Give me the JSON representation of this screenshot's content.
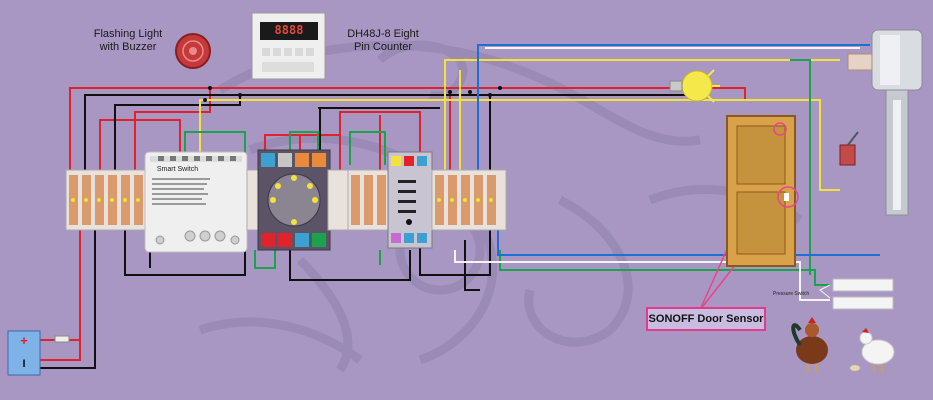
{
  "labels": {
    "flasher": "Flashing Light\nwith Buzzer",
    "counter": "DH48J-8 Eight\nPin Counter",
    "door_sensor": "SONOFF Door Sensor",
    "pressure_switch": "Pressure Switch",
    "smart_switch": "Smart Switch",
    "battery_plus": "+",
    "battery_minus": "I",
    "counter_display": "8888"
  },
  "wire_colors": {
    "red": "#e0222a",
    "black": "#101010",
    "yellow": "#f2e23a",
    "green": "#1aa34a",
    "blue": "#1f6fd1",
    "white": "#f4f4f4",
    "pink": "#e8458e"
  }
}
